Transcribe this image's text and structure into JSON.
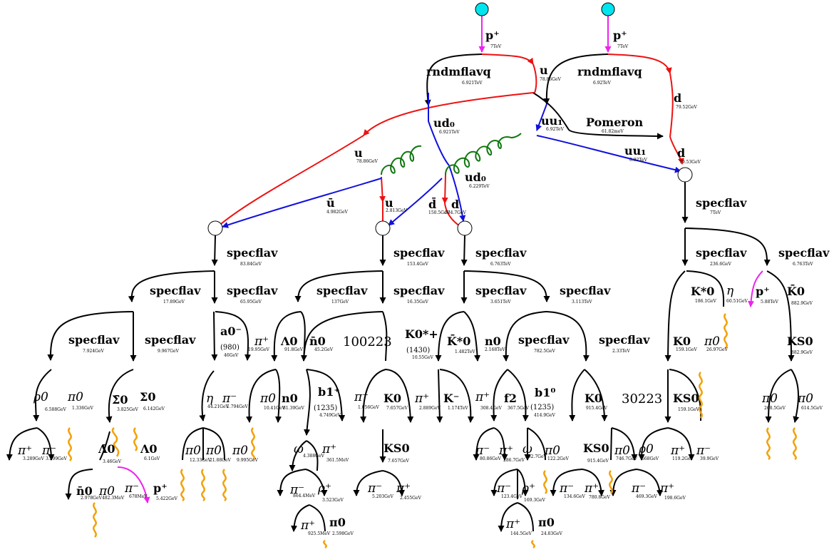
{
  "colors": {
    "quark": "#ee1111",
    "diquark": "#1111dd",
    "gluon": "#117711",
    "photon": "#f2a10a",
    "proton": "#ee22ee",
    "beam": "#00e5ee",
    "hadron": "#000000"
  },
  "beams": [
    {
      "label": "p⁺",
      "energy": "7TeV"
    },
    {
      "label": "p⁺",
      "energy": "7TeV"
    }
  ],
  "partons": [
    {
      "label": "rndmflavq",
      "energy": "6.921TeV"
    },
    {
      "label": "rndmflavq",
      "energy": "6.92TeV"
    },
    {
      "label": "u",
      "energy": "78.86GeV"
    },
    {
      "label": "d",
      "energy": "79.52GeV"
    },
    {
      "label": "ud₀",
      "energy": "6.921TeV"
    },
    {
      "label": "uu₁",
      "energy": "6.92TeV"
    },
    {
      "label": "Pomeron",
      "energy": "61.82meV"
    },
    {
      "label": "u",
      "energy": "78.86GeV"
    },
    {
      "label": "ud₀",
      "energy": "6.229TeV"
    },
    {
      "label": "uu₁",
      "energy": "6.92TeV"
    },
    {
      "label": "d",
      "energy": "79.53GeV"
    },
    {
      "label": "ū",
      "energy": "4.982GeV"
    },
    {
      "label": "u",
      "energy": "2.813GeV"
    },
    {
      "label": "d̄",
      "energy": "150.5GeV"
    },
    {
      "label": "d",
      "energy": "534.7GeV"
    }
  ],
  "nodes": [
    {
      "label": "specflav",
      "energy": "83.84GeV"
    },
    {
      "label": "specflav",
      "energy": "153.4GeV"
    },
    {
      "label": "specflav",
      "energy": "6.763TeV"
    },
    {
      "label": "specflav",
      "energy": "7TeV"
    },
    {
      "label": "specflav",
      "energy": "236.6GeV"
    },
    {
      "label": "specflav",
      "energy": "6.763TeV"
    },
    {
      "label": "specflav",
      "energy": "17.89GeV"
    },
    {
      "label": "specflav",
      "energy": "65.95GeV"
    },
    {
      "label": "specflav",
      "energy": "137GeV"
    },
    {
      "label": "specflav",
      "energy": "16.35GeV"
    },
    {
      "label": "specflav",
      "energy": "3.651TeV"
    },
    {
      "label": "specflav",
      "energy": "3.113TeV"
    },
    {
      "label": "specflav",
      "energy": "7.924GeV"
    },
    {
      "label": "specflav",
      "energy": "9.967GeV"
    },
    {
      "label": "specflav",
      "energy": "782.5GeV"
    },
    {
      "label": "specflav",
      "energy": "2.33TeV"
    }
  ],
  "hadrons": [
    {
      "label": "K*0",
      "energy": "186.1GeV"
    },
    {
      "label": "η",
      "energy": "60.51GeV"
    },
    {
      "label": "p⁺",
      "energy": "5.88TeV"
    },
    {
      "label": "K̄0",
      "energy": "882.9GeV"
    },
    {
      "label": "a0⁻",
      "mass": "(980)",
      "energy": "46GeV"
    },
    {
      "label": "π⁺",
      "energy": "19.95GeV"
    },
    {
      "label": "Λ0",
      "energy": "91.8GeV"
    },
    {
      "label": "n̄0",
      "energy": "45.2GeV"
    },
    {
      "label": "K0*+",
      "mass": "(1430)",
      "energy": "10.55GeV"
    },
    {
      "label": "K̄*0",
      "energy": "1.482TeV"
    },
    {
      "label": "n0",
      "energy": "2.168TeV"
    },
    {
      "label": "K0",
      "energy": "159.1GeV"
    },
    {
      "label": "π0",
      "energy": "26.97GeV"
    },
    {
      "label": "KS0",
      "energy": "882.9GeV"
    },
    {
      "label": "ρ0",
      "energy": "6.588GeV"
    },
    {
      "label": "π0",
      "energy": "1.336GeV"
    },
    {
      "label": "Σ̄0",
      "energy": "3.825GeV"
    },
    {
      "label": "Σ0",
      "energy": "6.142GeV"
    },
    {
      "label": "η",
      "energy": "44.21GeV"
    },
    {
      "label": "π⁻",
      "energy": "1.794GeV"
    },
    {
      "label": "π0",
      "energy": "10.41GeV"
    },
    {
      "label": "n0",
      "energy": "81.39GeV"
    },
    {
      "label": "b1⁺",
      "mass": "(1235)",
      "energy": "4.749GeV"
    },
    {
      "label": "π⁻",
      "energy": "1.056GeV"
    },
    {
      "label": "K0",
      "energy": "7.657GeV"
    },
    {
      "label": "π⁺",
      "energy": "2.889GeV"
    },
    {
      "label": "K⁻",
      "energy": "1.174TeV"
    },
    {
      "label": "π⁺",
      "energy": "308.4GeV"
    },
    {
      "label": "f2",
      "energy": "367.5GeV"
    },
    {
      "label": "b1⁰",
      "mass": "(1235)",
      "energy": "414.9GeV"
    },
    {
      "label": "K0",
      "energy": "915.4GeV"
    },
    {
      "label": "KS0",
      "energy": "159.1GeV"
    },
    {
      "label": "π0",
      "energy": "268.5GeV"
    },
    {
      "label": "π0",
      "energy": "614.5GeV"
    },
    {
      "label": "π⁺",
      "energy": "3.289GeV"
    },
    {
      "label": "π⁻",
      "energy": "3.299GeV"
    },
    {
      "label": "Λ̄0",
      "energy": "3.46GeV"
    },
    {
      "label": "Λ0",
      "energy": "6.1GeV"
    },
    {
      "label": "π0",
      "energy": "12.33GeV"
    },
    {
      "label": "π0",
      "energy": "21.88GeV"
    },
    {
      "label": "π0",
      "energy": "9.995GeV"
    },
    {
      "label": "ω",
      "energy": "4.388GeV"
    },
    {
      "label": "π⁺",
      "energy": "361.5MeV"
    },
    {
      "label": "KS0",
      "energy": "7.657GeV"
    },
    {
      "label": "π⁻",
      "energy": "80.86GeV"
    },
    {
      "label": "π⁺",
      "energy": "286.7GeV"
    },
    {
      "label": "ω",
      "energy": "292.7GeV"
    },
    {
      "label": "π0",
      "energy": "122.2GeV"
    },
    {
      "label": "KS0",
      "energy": "915.4GeV"
    },
    {
      "label": "π0",
      "energy": "746.7GeV"
    },
    {
      "label": "ρ0",
      "energy": "668GeV"
    },
    {
      "label": "π⁺",
      "energy": "119.2GeV"
    },
    {
      "label": "π⁻",
      "energy": "39.9GeV"
    },
    {
      "label": "n̄0",
      "energy": "2.978GeV"
    },
    {
      "label": "π0",
      "energy": "482.3MeV"
    },
    {
      "label": "π⁻",
      "energy": "678MeV"
    },
    {
      "label": "p⁺",
      "energy": "5.422GeV"
    },
    {
      "label": "π⁻",
      "energy": "864.4MeV"
    },
    {
      "label": "ρ⁺",
      "energy": "3.523GeV"
    },
    {
      "label": "π⁻",
      "energy": "5.203GeV"
    },
    {
      "label": "π⁺",
      "energy": "2.455GeV"
    },
    {
      "label": "π⁻",
      "energy": "123.4GeV"
    },
    {
      "label": "ρ⁺",
      "energy": "169.3GeV"
    },
    {
      "label": "π⁻",
      "energy": "134.6GeV"
    },
    {
      "label": "π⁺",
      "energy": "780.8GeV"
    },
    {
      "label": "π⁻",
      "energy": "469.3GeV"
    },
    {
      "label": "π⁺",
      "energy": "198.6GeV"
    },
    {
      "label": "π⁺",
      "energy": "925.5MeV"
    },
    {
      "label": "π0",
      "energy": "2.598GeV"
    },
    {
      "label": "π⁺",
      "energy": "144.5GeV"
    },
    {
      "label": "π0",
      "energy": "24.83GeV"
    }
  ],
  "codes": [
    "100223",
    "30223"
  ]
}
